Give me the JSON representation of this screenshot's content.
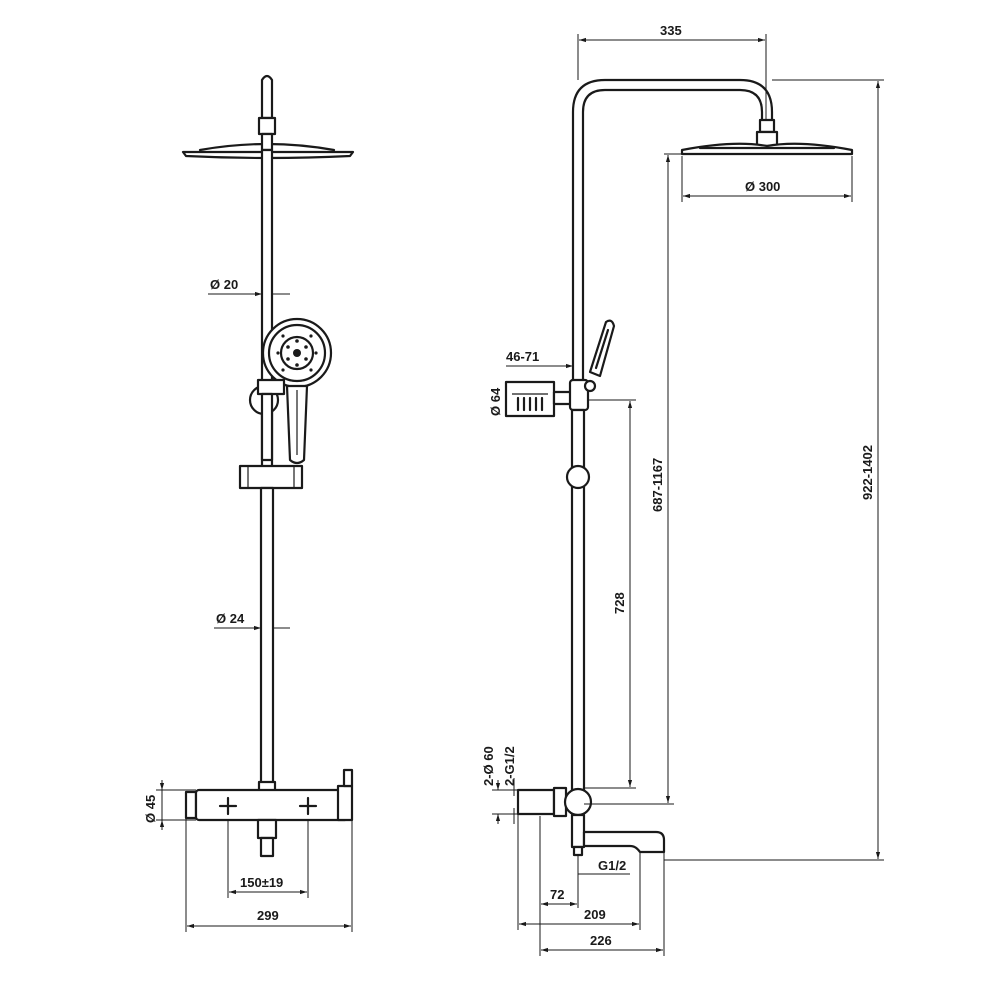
{
  "diagram": {
    "front_view": {
      "labels": {
        "bar_upper_diameter": "Ø 20",
        "bar_lower_diameter": "Ø 24",
        "mixer_diameter": "Ø 45",
        "inlet_spacing": "150±19",
        "mixer_width": "299"
      }
    },
    "side_view": {
      "labels": {
        "arm_reach": "335",
        "head_diameter": "Ø 300",
        "holder_adjust": "46-71",
        "holder_diameter": "Ø 64",
        "head_height": "922-1402",
        "slide_height": "687-1167",
        "bar_length": "728",
        "inlet_flange": "2-Ø 60",
        "inlet_thread": "2-G1/2",
        "outlet_thread": "G1/2",
        "spout_offset": "72",
        "depth_inner": "209",
        "depth_outer": "226"
      }
    }
  }
}
